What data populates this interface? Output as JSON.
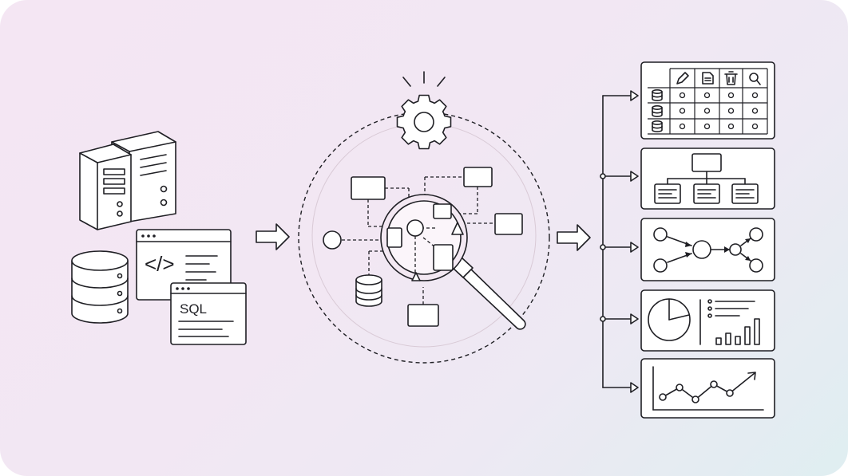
{
  "sources": {
    "code_window_label": "</>",
    "sql_window_label": "SQL"
  },
  "colors": {
    "ink": "#1f1f24",
    "background_start": "#f4e6f3",
    "background_end": "#dfeef1",
    "panel_fill": "#ffffff"
  },
  "icons": {
    "table_header": [
      "pencil-icon",
      "document-icon",
      "trash-icon",
      "magnifier-icon"
    ],
    "table_rows": [
      "database-icon",
      "database-icon",
      "database-icon"
    ],
    "center": [
      "gear-icon",
      "magnifying-glass-icon",
      "database-icon"
    ],
    "outputs": [
      "table-panel",
      "hierarchy-panel",
      "network-graph-panel",
      "dashboard-panel",
      "line-chart-panel"
    ]
  }
}
